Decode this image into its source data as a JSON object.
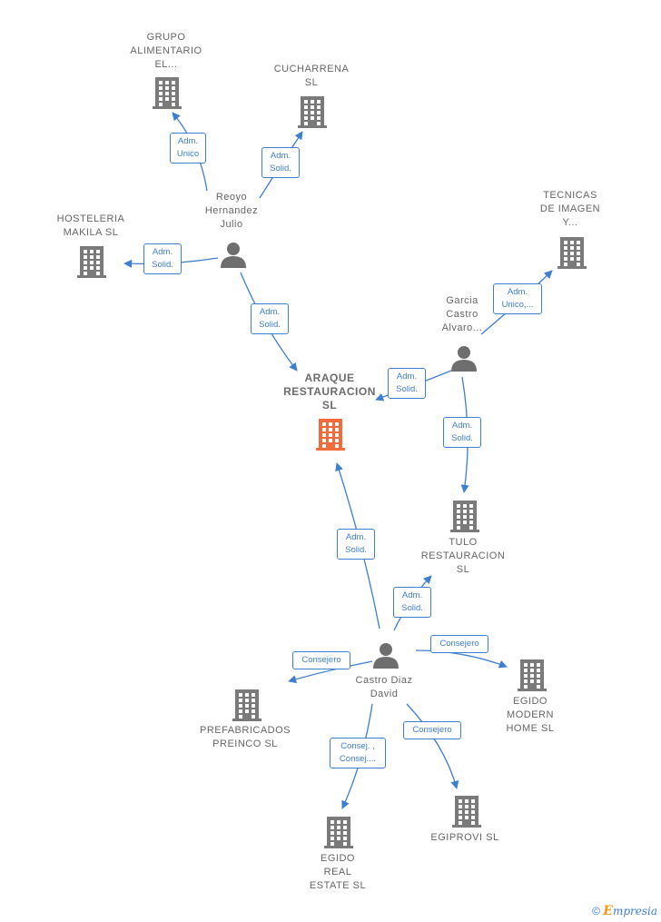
{
  "colors": {
    "company": "#7a7a7a",
    "main_company": "#f26b3a",
    "person": "#6e6e6e",
    "edge": "#3f7fd0"
  },
  "nodes": [
    {
      "id": "grupo",
      "type": "company",
      "label": "GRUPO\nALIMENTARIO\nEL...",
      "icon": "building-icon"
    },
    {
      "id": "cucharrena",
      "type": "company",
      "label": "CUCHARRENA\nSL",
      "icon": "building-icon"
    },
    {
      "id": "reoyo",
      "type": "person",
      "label": "Reoyo\nHernandez\nJulio",
      "icon": "person-icon"
    },
    {
      "id": "hosteleria",
      "type": "company",
      "label": "HOSTELERIA\nMAKILA  SL",
      "icon": "building-icon"
    },
    {
      "id": "tecnicas",
      "type": "company",
      "label": "TECNICAS\nDE IMAGEN\nY...",
      "icon": "building-icon"
    },
    {
      "id": "garcia",
      "type": "person",
      "label": "Garcia\nCastro\nAlvaro...",
      "icon": "person-icon"
    },
    {
      "id": "araque",
      "type": "main",
      "label": "ARAQUE\nRESTAURACION\nSL",
      "icon": "building-icon"
    },
    {
      "id": "tulo",
      "type": "company",
      "label": "TULO\nRESTAURACION\nSL",
      "icon": "building-icon"
    },
    {
      "id": "castro",
      "type": "person",
      "label": "Castro Diaz\nDavid",
      "icon": "person-icon"
    },
    {
      "id": "prefabricados",
      "type": "company",
      "label": "PREFABRICADOS\nPREINCO  SL",
      "icon": "building-icon"
    },
    {
      "id": "egido_modern",
      "type": "company",
      "label": "EGIDO\nMODERN\nHOME  SL",
      "icon": "building-icon"
    },
    {
      "id": "egido_real",
      "type": "company",
      "label": "EGIDO\nREAL\nESTATE  SL",
      "icon": "building-icon"
    },
    {
      "id": "egiprovi",
      "type": "company",
      "label": "EGIPROVI  SL",
      "icon": "building-icon"
    }
  ],
  "edges": [
    {
      "from": "reoyo",
      "to": "grupo",
      "label": "Adm.\nUnico"
    },
    {
      "from": "reoyo",
      "to": "cucharrena",
      "label": "Adm.\nSolid."
    },
    {
      "from": "reoyo",
      "to": "hosteleria",
      "label": "Adm.\nSolid."
    },
    {
      "from": "reoyo",
      "to": "araque",
      "label": "Adm.\nSolid."
    },
    {
      "from": "garcia",
      "to": "tecnicas",
      "label": "Adm.\nUnico,..."
    },
    {
      "from": "garcia",
      "to": "araque",
      "label": "Adm.\nSolid."
    },
    {
      "from": "garcia",
      "to": "tulo",
      "label": "Adm.\nSolid."
    },
    {
      "from": "castro",
      "to": "araque",
      "label": "Adm.\nSolid."
    },
    {
      "from": "castro",
      "to": "tulo",
      "label": "Adm.\nSolid."
    },
    {
      "from": "castro",
      "to": "prefabricados",
      "label": "Consejero"
    },
    {
      "from": "castro",
      "to": "egido_modern",
      "label": "Consejero"
    },
    {
      "from": "castro",
      "to": "egido_real",
      "label": "Consej. ,\nConsej...."
    },
    {
      "from": "castro",
      "to": "egiprovi",
      "label": "Consejero"
    }
  ],
  "footer": {
    "copyright": "©",
    "brand_first": "E",
    "brand_rest": "mpresia"
  }
}
